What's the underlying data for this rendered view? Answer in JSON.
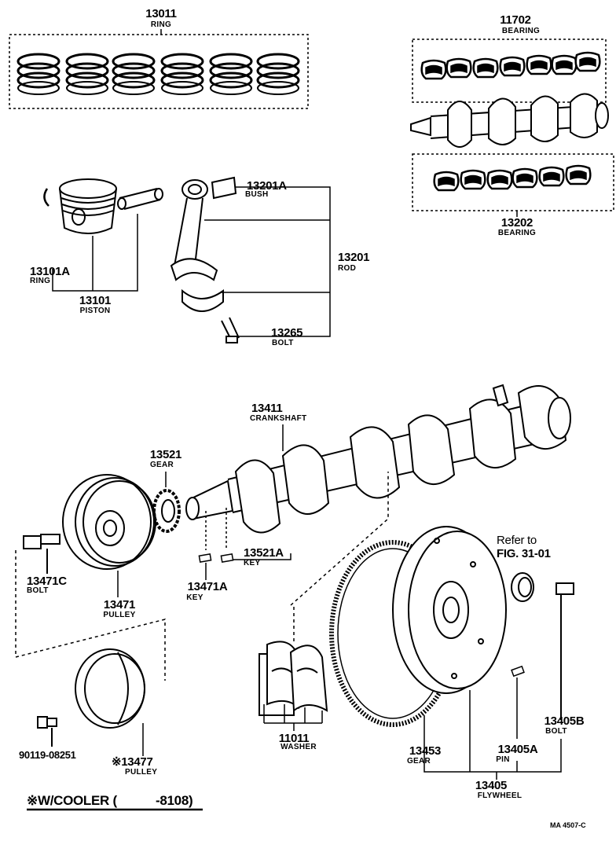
{
  "parts": [
    {
      "num": "13011",
      "name": "RING"
    },
    {
      "num": "11702",
      "name": "BEARING"
    },
    {
      "num": "13201A",
      "name": "BUSH"
    },
    {
      "num": "13201",
      "name": "ROD"
    },
    {
      "num": "13101A",
      "name": "RING"
    },
    {
      "num": "13101",
      "name": "PISTON"
    },
    {
      "num": "13265",
      "name": "BOLT"
    },
    {
      "num": "13202",
      "name": "BEARING"
    },
    {
      "num": "13411",
      "name": "CRANKSHAFT"
    },
    {
      "num": "13521",
      "name": "GEAR"
    },
    {
      "num": "13521A",
      "name": "KEY"
    },
    {
      "num": "13471C",
      "name": "BOLT"
    },
    {
      "num": "13471A",
      "name": "KEY"
    },
    {
      "num": "13471",
      "name": "PULLEY"
    },
    {
      "num": "11011",
      "name": "WASHER"
    },
    {
      "num": "13453",
      "name": "GEAR"
    },
    {
      "num": "13405A",
      "name": "PIN"
    },
    {
      "num": "13405B",
      "name": "BOLT"
    },
    {
      "num": "13405",
      "name": "FLYWHEEL"
    },
    {
      "num": "90119-08251",
      "name": ""
    },
    {
      "num": "※13477",
      "name": "PULLEY"
    }
  ],
  "reference": {
    "line1": "Refer to",
    "line2": "FIG. 31-01"
  },
  "footnote": {
    "prefix": "※W/COOLER (",
    "suffix": "-8108)"
  },
  "figure_code": "MA 4507-C"
}
